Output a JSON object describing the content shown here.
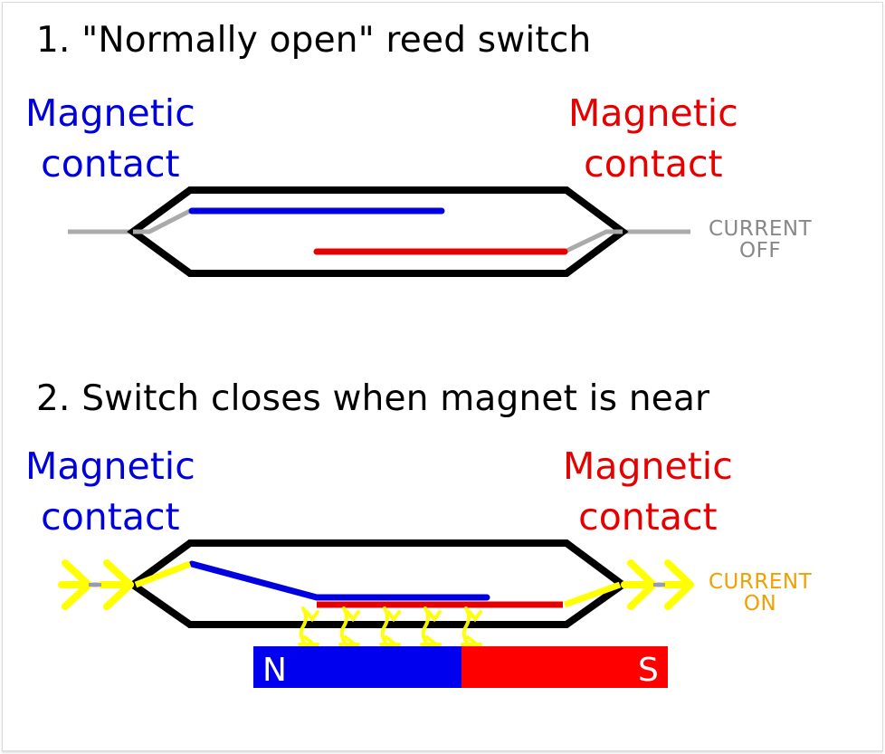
{
  "panel1": {
    "heading": "1. \"Normally open\" reed switch",
    "left_label": [
      "Magnetic",
      "contact"
    ],
    "right_label": [
      "Magnetic",
      "contact"
    ],
    "state": [
      "CURRENT",
      "OFF"
    ],
    "state_color": "#888888"
  },
  "panel2": {
    "heading": "2. Switch closes when magnet is near",
    "left_label": [
      "Magnetic",
      "contact"
    ],
    "right_label": [
      "Magnetic",
      "contact"
    ],
    "state": [
      "CURRENT",
      "ON"
    ],
    "state_color": "#f0a000",
    "magnet": {
      "north": "N",
      "south": "S"
    }
  },
  "colors": {
    "blue_contact": "#0000e0",
    "red_contact": "#e60000",
    "glass": "#000000",
    "lead": "#aaaaaa",
    "flux": "#ffff00",
    "magnet_north": "#0000ee",
    "magnet_south": "#ff0000"
  }
}
